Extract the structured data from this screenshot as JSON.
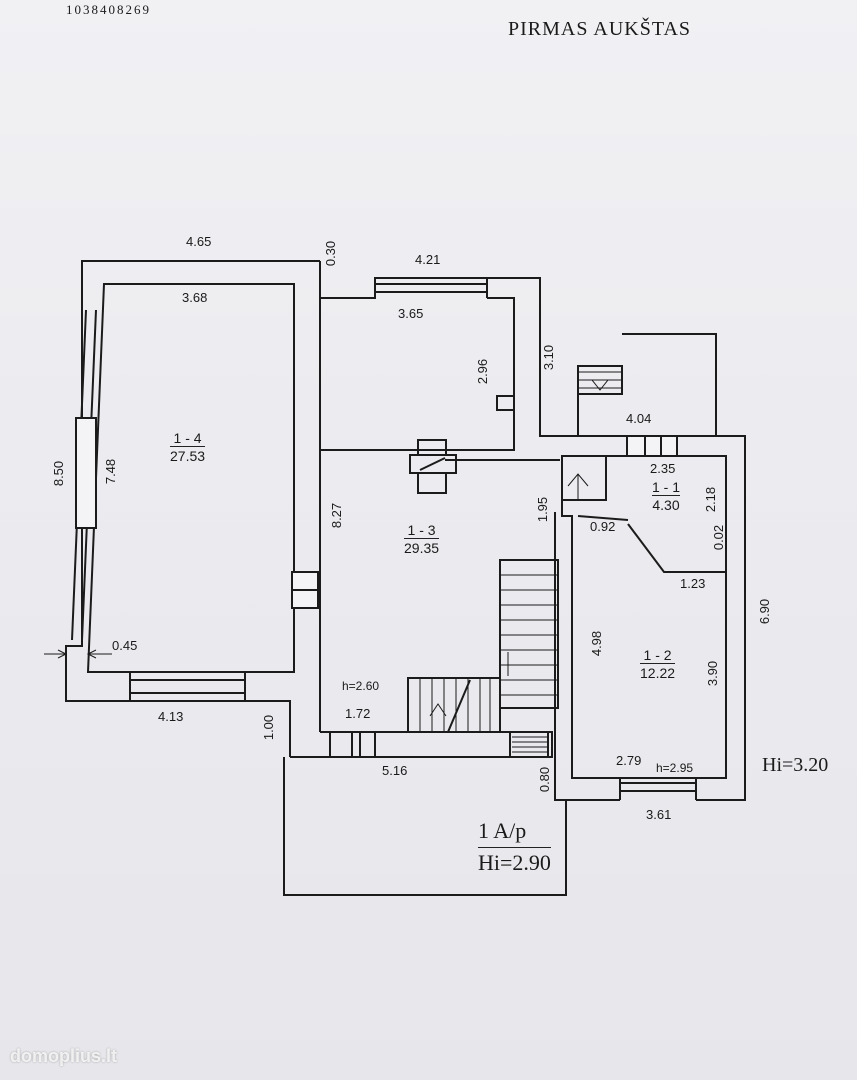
{
  "header": {
    "doc_id": "1038408269",
    "floor_title": "PIRMAS AUKŠTAS"
  },
  "rooms": [
    {
      "id": "1 - 4",
      "area": "27.53"
    },
    {
      "id": "1 - 3",
      "area": "29.35"
    },
    {
      "id": "1 - 1",
      "area": "4.30"
    },
    {
      "id": "1 - 2",
      "area": "12.22"
    }
  ],
  "dimensions": {
    "d465": "4.65",
    "d030": "0.30",
    "d421": "4.21",
    "d368": "3.68",
    "d365": "3.65",
    "d296": "2.96",
    "d310": "3.10",
    "d404": "4.04",
    "d235": "2.35",
    "d218": "2.18",
    "d092": "0.92",
    "d002": "0.02",
    "d123": "1.23",
    "d195": "1.95",
    "d850": "8.50",
    "d748": "7.48",
    "d827": "8.27",
    "d690": "6.90",
    "d498": "4.98",
    "d390": "3.90",
    "d045": "0.45",
    "d413": "4.13",
    "d100": "1.00",
    "d172": "1.72",
    "d516": "5.16",
    "d080": "0.80",
    "d279": "2.79",
    "d361": "3.61"
  },
  "heights": {
    "h260": "h=2.60",
    "h295": "h=2.95",
    "hi320": "Hi=3.20",
    "hi290": "Hi=2.90"
  },
  "annex": {
    "label": "1 A/p"
  },
  "watermark": {
    "text": "domoplius.lt"
  }
}
